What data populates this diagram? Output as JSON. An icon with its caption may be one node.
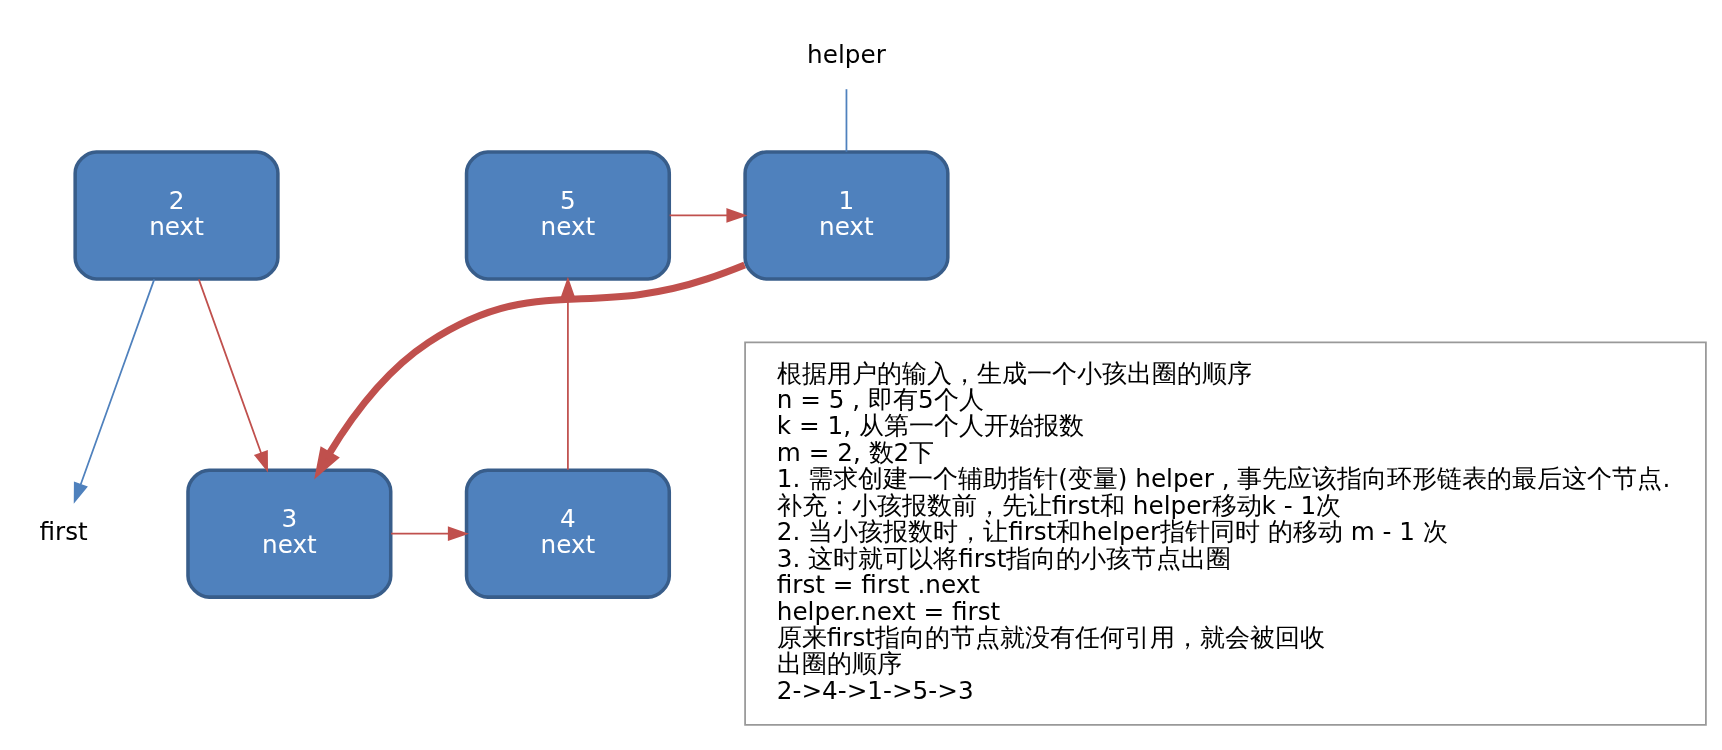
{
  "diagram": {
    "nodes": [
      {
        "text": [
          "1",
          "next"
        ]
      },
      {
        "text": [
          "2",
          "next"
        ]
      },
      {
        "text": [
          "3",
          "next"
        ]
      },
      {
        "text": [
          "4",
          "next"
        ]
      },
      {
        "text": [
          "5",
          "next"
        ]
      },
      {
        "text": [
          "helper"
        ]
      },
      {
        "text": [
          "first"
        ]
      },
      {
        "text": [
          "根据用户的输入，生成一个小孩出圈的顺序",
          "n = 5 , 即有5个人",
          "k = 1, 从第一个人开始报数",
          "m = 2, 数2下",
          "1. 需求创建一个辅助指针(变量) helper , 事先应该指向环形链表的最后这个节点.",
          "补充：小孩报数前，先让first和 helper移动k - 1次",
          "2. 当小孩报数时，让first和helper指针同时 的移动 m - 1 次",
          "3. 这时就可以将first指向的小孩节点出圈",
          "first = first .next",
          "helper.next = first",
          "原来first指向的节点就没有任何引用，就会被回收",
          "出圈的顺序",
          "2->4->1->5->3"
        ]
      }
    ],
    "edges": [
      {
        "from": 4,
        "to": 0,
        "arrow": "to"
      },
      {
        "from": 0,
        "to": 2,
        "arrow": "to",
        "style": "thick"
      },
      {
        "from": 1,
        "to": 2,
        "arrow": "to"
      },
      {
        "from": 2,
        "to": 3,
        "arrow": "to"
      },
      {
        "from": 3,
        "to": 4,
        "arrow": "to"
      },
      {
        "from": 5,
        "to": 0,
        "arrow": "none",
        "color": "#4f81bd"
      },
      {
        "from": 1,
        "to": 6,
        "arrow": "to",
        "color": "#4f81bd"
      }
    ]
  }
}
